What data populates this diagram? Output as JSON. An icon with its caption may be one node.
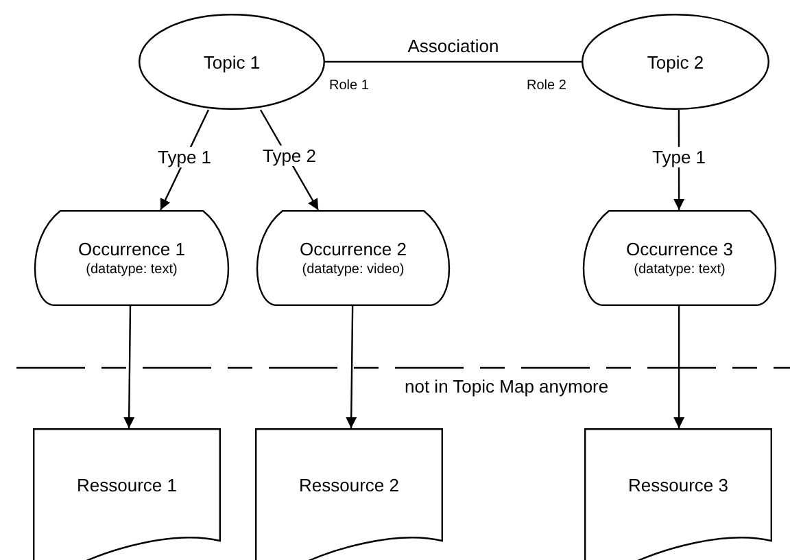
{
  "diagram": {
    "nodes": [
      {
        "text": [
          "Topic 1"
        ]
      },
      {
        "text": [
          "Topic 2"
        ]
      },
      {
        "text": [
          "Occurrence 1",
          "(datatype: text)"
        ]
      },
      {
        "text": [
          "Occurrence 2",
          "(datatype: video)"
        ]
      },
      {
        "text": [
          "Occurrence 3",
          "(datatype: text)"
        ]
      },
      {
        "text": [
          "Ressource 1"
        ]
      },
      {
        "text": [
          "Ressource 2"
        ]
      },
      {
        "text": [
          "Ressource 3"
        ]
      }
    ],
    "edges": [
      {
        "from": 0,
        "to": 1,
        "arrow": "none",
        "label": "Association"
      },
      {
        "from": 0,
        "to": 2,
        "arrow": "to",
        "label": "Type 1"
      },
      {
        "from": 0,
        "to": 3,
        "arrow": "to",
        "label": "Type 2"
      },
      {
        "from": 1,
        "to": 4,
        "arrow": "to",
        "label": "Type 1"
      },
      {
        "from": 2,
        "to": 5,
        "arrow": "to"
      },
      {
        "from": 3,
        "to": 6,
        "arrow": "to"
      },
      {
        "from": 4,
        "to": 7,
        "arrow": "to"
      }
    ],
    "labels": [
      "Role 1",
      "Role 2",
      "not in Topic Map anymore"
    ]
  }
}
